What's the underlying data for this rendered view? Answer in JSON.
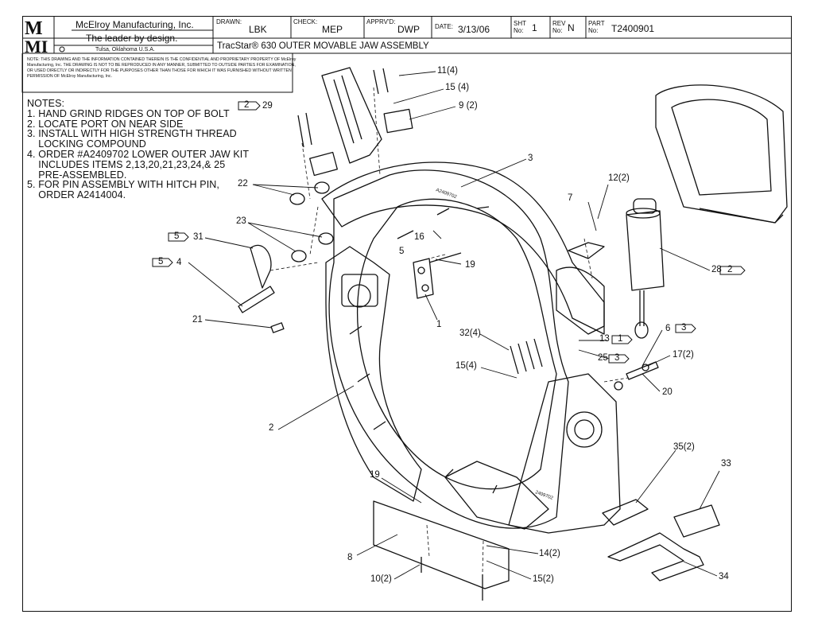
{
  "title_block": {
    "logo_text": "MMI",
    "company": "McElroy Manufacturing, Inc.",
    "tagline": "The leader by design.",
    "location": "Tulsa, Oklahoma U.S.A.",
    "drawn_label": "DRAWN:",
    "drawn": "LBK",
    "check_label": "CHECK:",
    "check": "MEP",
    "apprvd_label": "APPRV'D:",
    "apprvd": "DWP",
    "date_label": "DATE:",
    "date": "3/13/06",
    "sht_label": "SHT No:",
    "sht": "1",
    "rev_label": "REV No:",
    "rev": "N",
    "part_label": "PART No:",
    "part": "T2400901",
    "drawing_title": "TracStar® 630 OUTER MOVABLE JAW ASSEMBLY"
  },
  "proprietary_note": "NOTE: THIS DRAWING AND THE INFORMATION CONTAINED THEREIN IS THE CONFIDENTIAL AND PROPRIETARY PROPERTY OF McElroy Manufacturing, Inc. THE DRAWING IS NOT TO BE REPRODUCED IN ANY MANNER, SUBMITTED TO OUTSIDE PARTIES FOR EXAMINATION, OR USED DIRECTLY OR INDIRECTLY FOR THE PURPOSES OTHER THAN THOSE FOR WHICH IT WAS FURNISHED WITHOUT WRITTEN PERMISSION OF McElroy Manufacturing, Inc.",
  "notes": {
    "heading": "NOTES:",
    "items": [
      "1. HAND GRIND RIDGES ON TOP OF BOLT",
      "2. LOCATE PORT ON NEAR SIDE",
      "3. INSTALL WITH HIGH STRENGTH THREAD",
      "    LOCKING COMPOUND",
      "4. ORDER #A2409702 LOWER OUTER JAW KIT",
      "    INCLUDES ITEMS 2,13,20,21,23,24,& 25",
      "    PRE-ASSEMBLED.",
      "5. FOR PIN ASSEMBLY WITH HITCH PIN,",
      "    ORDER A2414004."
    ]
  },
  "callouts": [
    {
      "label": "11(4)"
    },
    {
      "label": "15 (4)"
    },
    {
      "label": "9 (2)"
    },
    {
      "label": "29"
    },
    {
      "label": "3"
    },
    {
      "label": "22"
    },
    {
      "label": "7"
    },
    {
      "label": "12(2)"
    },
    {
      "label": "23"
    },
    {
      "label": "16"
    },
    {
      "label": "31"
    },
    {
      "label": "5"
    },
    {
      "label": "19"
    },
    {
      "label": "4"
    },
    {
      "label": "28"
    },
    {
      "label": "1"
    },
    {
      "label": "21"
    },
    {
      "label": "6"
    },
    {
      "label": "32(4)"
    },
    {
      "label": "13"
    },
    {
      "label": "25"
    },
    {
      "label": "17(2)"
    },
    {
      "label": "15(4)"
    },
    {
      "label": "20"
    },
    {
      "label": "2"
    },
    {
      "label": "35(2)"
    },
    {
      "label": "33"
    },
    {
      "label": "19"
    },
    {
      "label": "8"
    },
    {
      "label": "14(2)"
    },
    {
      "label": "10(2)"
    },
    {
      "label": "15(2)"
    },
    {
      "label": "34"
    }
  ],
  "note_flags": [
    {
      "label": "2"
    },
    {
      "label": "5"
    },
    {
      "label": "5"
    },
    {
      "label": "2"
    },
    {
      "label": "3"
    },
    {
      "label": "1"
    },
    {
      "label": "3"
    }
  ],
  "part_stamp": "2409702"
}
